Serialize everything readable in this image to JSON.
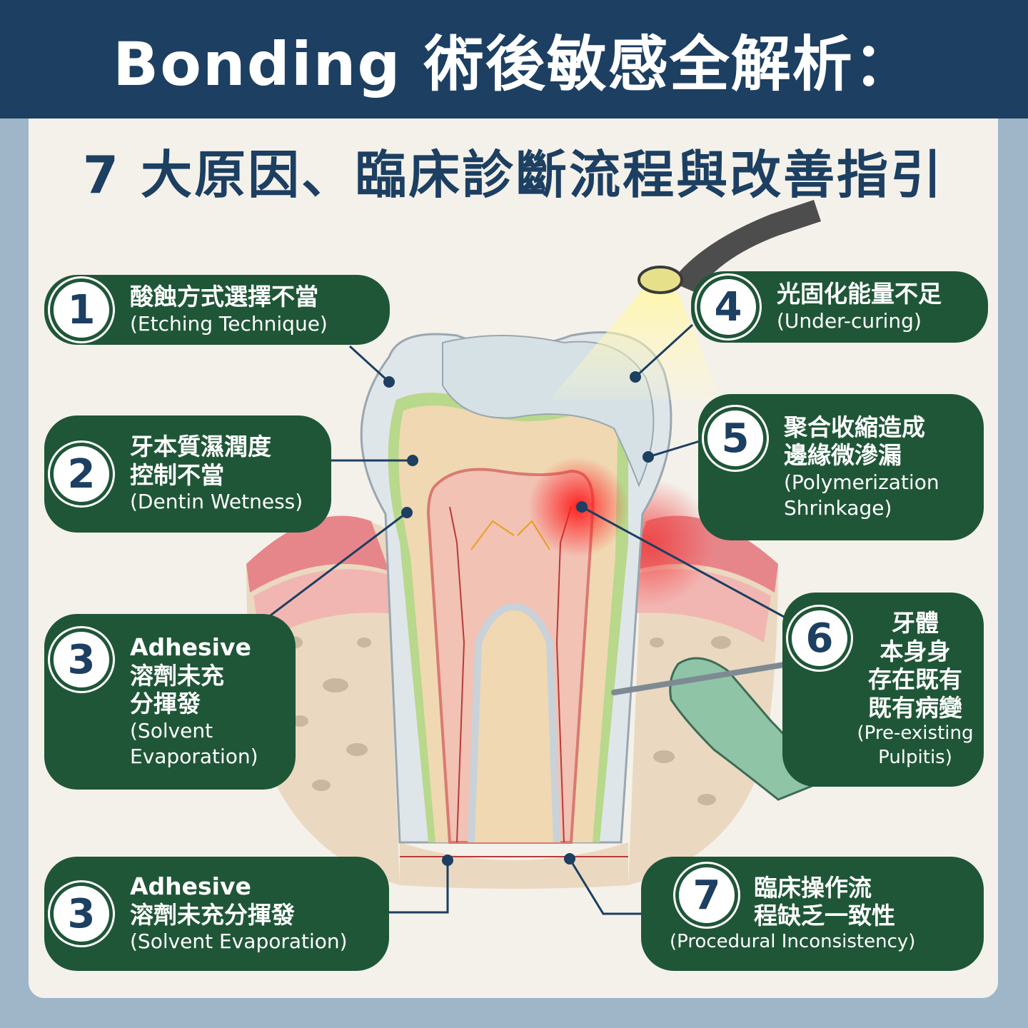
{
  "header": {
    "title": "Bonding 術後敏感全解析：",
    "subtitle": "7 大原因、臨床診斷流程與改善指引"
  },
  "causes": [
    {
      "number": "1",
      "zh": "酸蝕方式選擇不當",
      "en": "(Etching Technique)"
    },
    {
      "number": "2",
      "zh_lines": [
        "牙本質濕潤度",
        "控制不當"
      ],
      "en": "(Dentin Wetness)"
    },
    {
      "number": "3",
      "zh_lines": [
        "Adhesive",
        "溶劑未充",
        "分揮發"
      ],
      "en_lines": [
        "(Solvent",
        "Evaporation)"
      ]
    },
    {
      "number": "3",
      "zh_lines": [
        "Adhesive",
        "溶劑未充分揮發"
      ],
      "en": "(Solvent Evaporation)"
    },
    {
      "number": "4",
      "zh": "光固化能量不足",
      "en": "(Under-curing)"
    },
    {
      "number": "5",
      "zh_lines": [
        "聚合收縮造成",
        "邊緣微滲漏"
      ],
      "en_lines": [
        "(Polymerization",
        "Shrinkage)"
      ]
    },
    {
      "number": "6",
      "zh_lines": [
        "牙體",
        "本身身",
        "存在既有",
        "既有病變"
      ],
      "en_lines": [
        "(Pre-existing",
        "Pulpitis)"
      ]
    },
    {
      "number": "7",
      "zh_lines": [
        "臨床操作流",
        "程缺乏一致性"
      ],
      "en": "(Procedural Inconsistency)"
    }
  ],
  "colors": {
    "header_bg": "#1c3f62",
    "pill_bg": "#1f5637",
    "background": "#9fb6c9",
    "card": "#f4f1ea",
    "inflammation": "#e8232a"
  },
  "illustration": {
    "subject": "tooth-cross-section",
    "icons": [
      "curing-light-icon",
      "dental-explorer-hand-icon"
    ]
  }
}
